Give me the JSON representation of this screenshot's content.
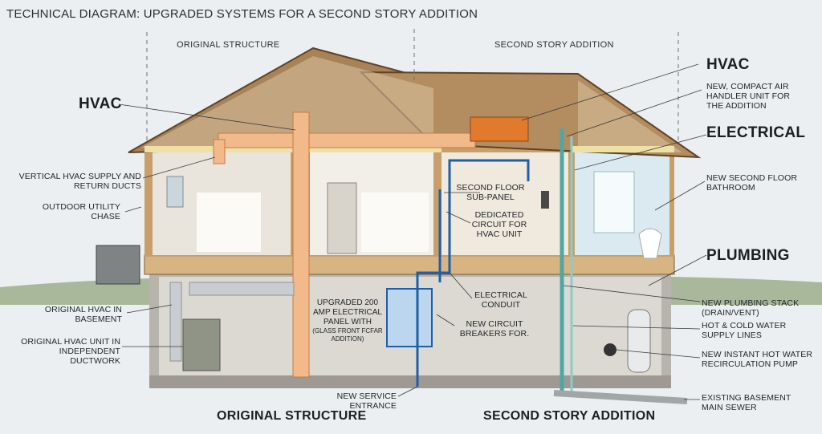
{
  "title": "TECHNICAL DIAGRAM: UPGRADED SYSTEMS FOR A SECOND STORY ADDITION",
  "headers": {
    "left": "ORIGINAL STRUCTURE",
    "right": "SECOND STORY ADDITION"
  },
  "systems": {
    "hvac_left": "HVAC",
    "hvac_right": "HVAC",
    "electrical": "ELECTRICAL",
    "plumbing": "PLUMBING"
  },
  "labels": {
    "vertical_hvac": "VERTICAL HVAC SUPPLY AND RETURN DUCTS",
    "utility_chase": "OUTDOOR UTILITY CHASE",
    "orig_hvac_basement": "ORIGINAL HVAC IN BASEMENT",
    "orig_hvac_unit": "ORIGINAL HVAC UNIT IN INDEPENDENT DUCTWORK",
    "air_handler": "NEW, COMPACT AIR HANDLER UNIT FOR THE ADDITION",
    "bathroom": "NEW SECOND FLOOR BATHROOM",
    "sub_panel": "SECOND FLOOR SUB-PANEL",
    "dedicated_circuit": "DEDICATED CIRCUIT FOR HVAC UNIT",
    "conduit": "ELECTRICAL CONDUIT",
    "breakers": "NEW CIRCUIT BREAKERS FOR.",
    "panel_main": "UPGRADED 200 AMP ELECTRICAL PANEL WITH",
    "panel_small": "(GLASS FRONT FCFAR ADDITION)",
    "service": "NEW SERVICE ENTRANCE",
    "stack": "NEW PLUMBING STACK (DRAIN/VENT)",
    "supply_lines": "HOT & COLD WATER SUPPLY LINES",
    "recirc_pump": "NEW INSTANT HOT WATER RECIRCULATION PUMP",
    "sewer": "EXISTING BASEMENT MAIN SEWER"
  },
  "footer": {
    "left": "ORIGINAL STRUCTURE",
    "right": "SECOND STORY ADDITION"
  },
  "colors": {
    "hvac": "#e07a2c",
    "electrical": "#1f5fa8",
    "plumbing": "#2e8f8a",
    "duct": "#f2b98a",
    "wood": "#d9b483"
  }
}
